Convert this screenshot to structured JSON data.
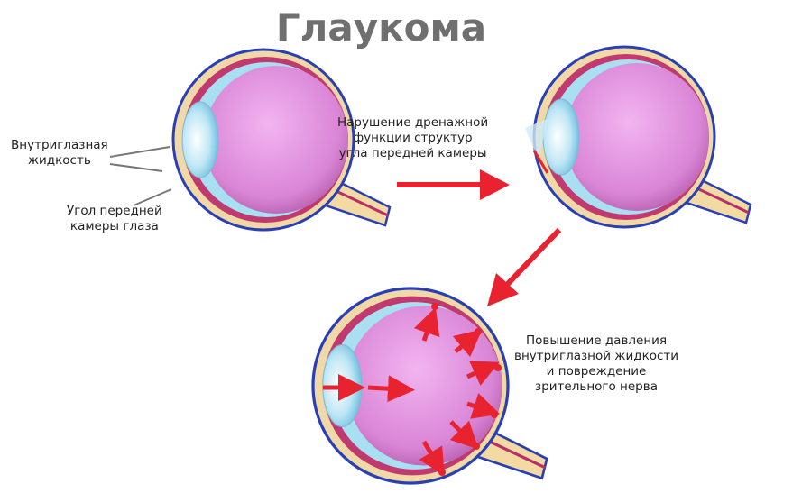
{
  "title": "Глаукома",
  "labels": {
    "fluid_line1": "Внутриглазная",
    "fluid_line2": "жидкость",
    "angle_line1": "Угол передней",
    "angle_line2": "камеры глаза",
    "drainage_line1": "Нарушение дренажной",
    "drainage_line2": "функции структур",
    "drainage_line3": "угла передней камеры",
    "pressure_line1": "Повышение давления",
    "pressure_line2": "внутриглазной жидкости",
    "pressure_line3": "и повреждение",
    "pressure_line4": "зрительного нерва"
  },
  "colors": {
    "arrow": "#e8232f",
    "outline": "#2b3fb5",
    "vitreous": "#d98ad8",
    "choroid": "#b8306a",
    "lens": "#9fd8ef"
  }
}
